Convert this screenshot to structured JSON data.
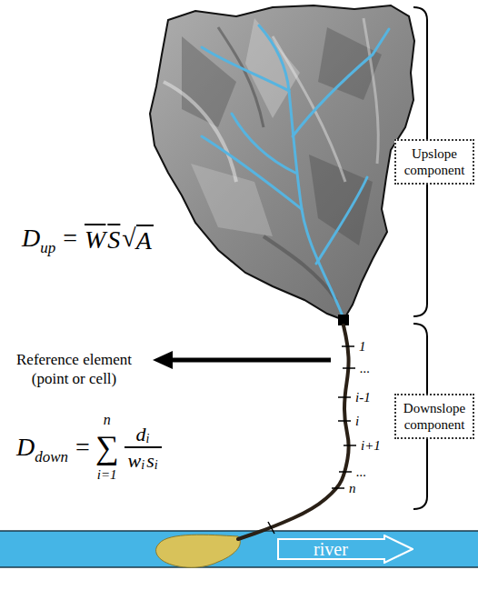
{
  "diagram": {
    "nodes": [
      {
        "text": [
          "Upslope component"
        ]
      },
      {
        "text": [
          "Downslope component"
        ]
      },
      {
        "text": [
          "river"
        ]
      }
    ],
    "labels": [
      "D",
      "up",
      "=",
      "W",
      "S",
      "√",
      "A",
      "Reference element (point or cell)",
      "1",
      "...",
      "i-1",
      "i",
      "i+1",
      "...",
      "n",
      "D",
      "down",
      "=",
      "n",
      "∑",
      "i=1",
      "d",
      "i",
      "w",
      "i",
      "s",
      "i"
    ]
  }
}
